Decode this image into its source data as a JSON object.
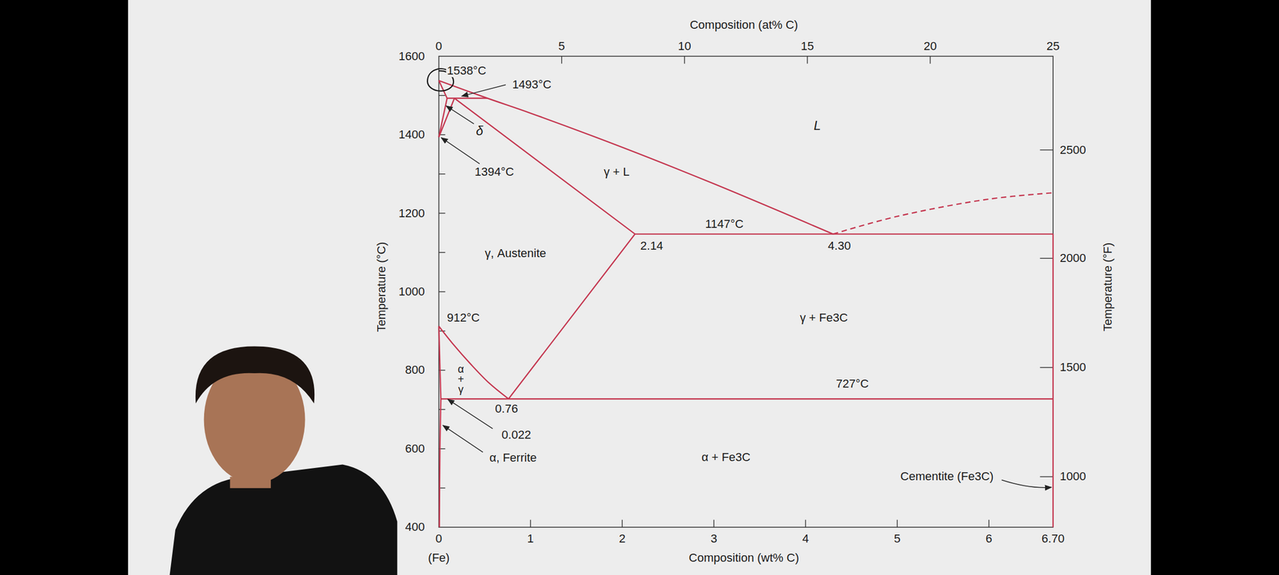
{
  "diagram": {
    "labels": [
      "Composition (at% C)",
      "0",
      "5",
      "10",
      "15",
      "20",
      "25",
      "1600",
      "1400",
      "1200",
      "1000",
      "800",
      "600",
      "400",
      "2500",
      "2000",
      "1500",
      "1000",
      "Temperature (°C)",
      "Temperature (°F)",
      "0",
      "1",
      "2",
      "3",
      "4",
      "5",
      "6",
      "6.70",
      "(Fe)",
      "Composition (wt% C)",
      "1538°C",
      "1493°C",
      "δ",
      "1394°C",
      "L",
      "γ + L",
      "1147°C",
      "2.14",
      "4.30",
      "γ, Austenite",
      "912°C",
      "γ + Fe3C",
      "α + γ",
      "727°C",
      "0.76",
      "0.022",
      "α, Ferrite",
      "α + Fe3C",
      "Cementite (Fe3C)"
    ]
  }
}
